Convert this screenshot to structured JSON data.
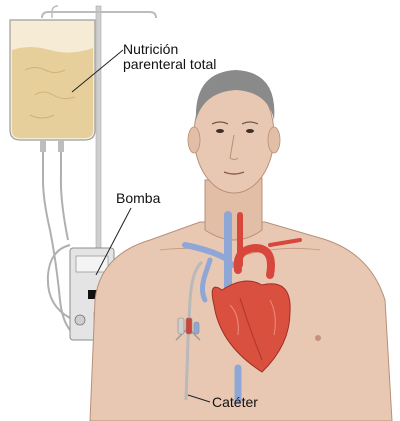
{
  "labels": {
    "tpn": "Nutrición parenteral total",
    "pump": "Bomba",
    "catheter": "Catéter"
  },
  "colors": {
    "skin": "#e9c8b3",
    "skin_shadow": "#d7a98e",
    "bag_fluid": "#e7cf9c",
    "pole": "#c9c9c9",
    "heart": "#d9503f",
    "aorta": "#d8473c",
    "vein": "#8ea7d6",
    "hair": "#8a8a8a",
    "catheter": "#b9b9b9"
  }
}
